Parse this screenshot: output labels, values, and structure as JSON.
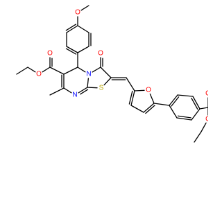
{
  "structure": {
    "element_colors": {
      "C": "#000000",
      "O": "#ff0000",
      "N": "#0000ff",
      "S": "#b8a500"
    },
    "atom_labels": [
      {
        "id": "o-methoxy",
        "text": "O",
        "element": "O"
      },
      {
        "id": "o-ester1-carbonyl",
        "text": "O",
        "element": "O"
      },
      {
        "id": "o-ester1-ether",
        "text": "O",
        "element": "O"
      },
      {
        "id": "n-ring-top",
        "text": "N",
        "element": "N"
      },
      {
        "id": "o-ketone",
        "text": "O",
        "element": "O"
      },
      {
        "id": "s-thiazole",
        "text": "S",
        "element": "S"
      },
      {
        "id": "n-ring-bottom",
        "text": "N",
        "element": "N"
      },
      {
        "id": "o-furan",
        "text": "O",
        "element": "O"
      },
      {
        "id": "o-ester2-carbonyl",
        "text": "O",
        "element": "O"
      },
      {
        "id": "o-ester2-ether",
        "text": "O",
        "element": "O"
      }
    ]
  }
}
